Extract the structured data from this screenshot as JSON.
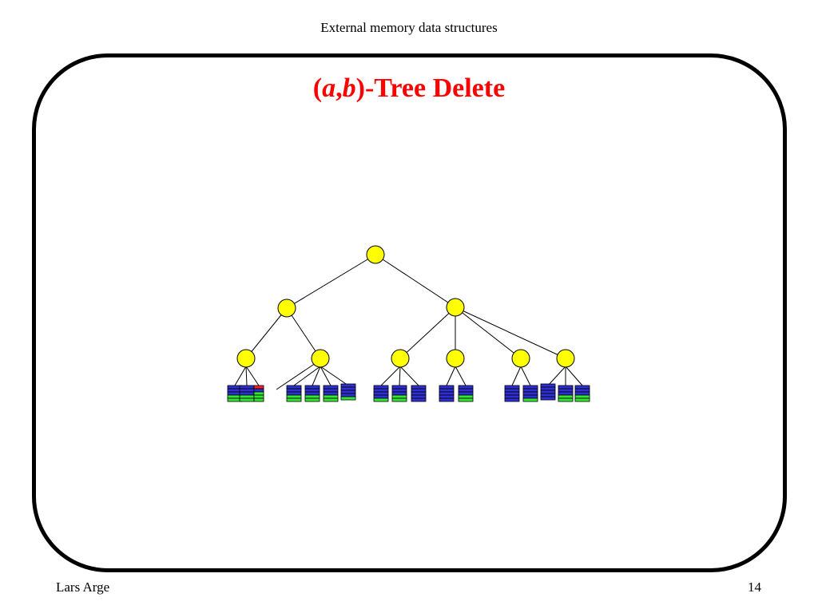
{
  "header": {
    "title": "External memory data structures"
  },
  "slide": {
    "title_paren_open": "(",
    "title_a": "a",
    "title_comma": ",",
    "title_b": "b",
    "title_rest": ")-Tree Delete"
  },
  "footer": {
    "author": "Lars Arge",
    "page_number": "14"
  },
  "colors": {
    "title": "#ff0000",
    "node_fill": "#ffff00",
    "block_blue": "#2f2fd4",
    "block_green": "#33e833",
    "block_red": "#ff2020"
  },
  "diagram": {
    "nodes": [
      {
        "id": "root",
        "role": "root"
      },
      {
        "id": "L",
        "role": "internal",
        "parent": "root"
      },
      {
        "id": "R",
        "role": "internal",
        "parent": "root"
      },
      {
        "id": "L1",
        "role": "internal",
        "parent": "L"
      },
      {
        "id": "L2",
        "role": "internal",
        "parent": "L"
      },
      {
        "id": "R1",
        "role": "internal",
        "parent": "R"
      },
      {
        "id": "R2",
        "role": "internal",
        "parent": "R"
      },
      {
        "id": "R3",
        "role": "internal",
        "parent": "R"
      },
      {
        "id": "R4",
        "role": "internal",
        "parent": "R"
      }
    ],
    "leaf_groups": [
      {
        "parent": "L1",
        "blocks": [
          "bbbgg",
          "bbbgg",
          "rbggg"
        ]
      },
      {
        "parent": "L2",
        "blocks": [
          "bbbgg",
          "bbbgg",
          "bbbgg",
          "bbbbg"
        ],
        "detached_edge": true
      },
      {
        "parent": "R1",
        "blocks": [
          "bbbbg",
          "bbbgg",
          "bbbbb"
        ]
      },
      {
        "parent": "R2",
        "blocks": [
          "bbbbb",
          "bbbgg"
        ]
      },
      {
        "parent": "R3",
        "blocks": [
          "bbbbb",
          "bbbbg"
        ]
      },
      {
        "parent": "R4",
        "blocks": [
          "bbbbb",
          "bbbgg",
          "bbbgg"
        ]
      }
    ]
  }
}
